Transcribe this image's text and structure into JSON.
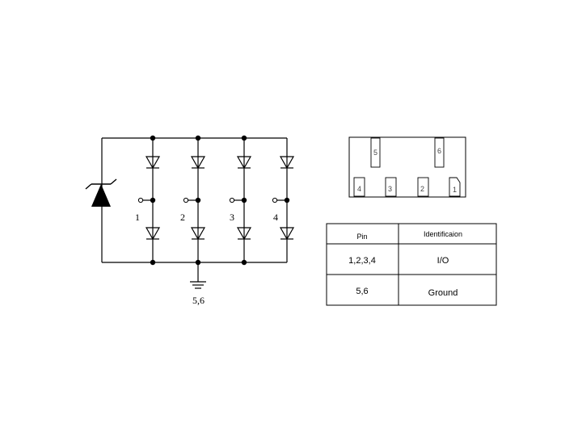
{
  "schematic": {
    "channel_labels": [
      "1",
      "2",
      "3",
      "4"
    ],
    "ground_label": "5,6"
  },
  "package": {
    "top_pins": [
      "5",
      "6"
    ],
    "bottom_pins": [
      "4",
      "3",
      "2",
      "1"
    ]
  },
  "pin_table": {
    "headers": [
      "Pin",
      "Identificaion"
    ],
    "rows": [
      {
        "pin": "1,2,3,4",
        "identification": "I/O"
      },
      {
        "pin": "5,6",
        "identification": "Ground"
      }
    ]
  }
}
